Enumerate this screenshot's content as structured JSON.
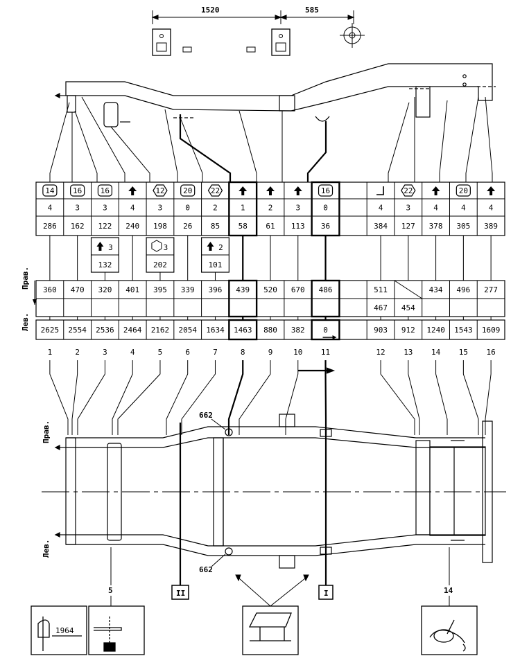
{
  "top": {
    "dim_a": "1520",
    "dim_b": "585"
  },
  "table": {
    "row_sym": [
      "14",
      "16",
      "16",
      "",
      "12",
      "20",
      "22",
      "",
      "",
      "",
      "16",
      "",
      "",
      "22",
      "",
      "20",
      ""
    ],
    "row_count": [
      "4",
      "3",
      "3",
      "4",
      "3",
      "0",
      "2",
      "1",
      "2",
      "3",
      "0",
      "",
      "4",
      "3",
      "4",
      "4",
      "4"
    ],
    "row_h": [
      "286",
      "162",
      "122",
      "240",
      "198",
      "26",
      "85",
      "58",
      "61",
      "113",
      "36",
      "",
      "384",
      "127",
      "378",
      "305",
      "389"
    ],
    "extras": [
      {
        "col": 3,
        "sym": "3",
        "value": "132"
      },
      {
        "col": 5,
        "sym": "3",
        "value": "202"
      },
      {
        "col": 7,
        "sym": "2",
        "value": "101"
      }
    ],
    "row_right": [
      "360",
      "470",
      "320",
      "401",
      "395",
      "339",
      "396",
      "439",
      "520",
      "670",
      "486",
      "",
      "511",
      "",
      "434",
      "496",
      "277"
    ],
    "row_left": [
      "",
      "",
      "",
      "",
      "",
      "",
      "",
      "",
      "",
      "",
      "",
      "",
      "467",
      "454",
      "",
      "",
      ""
    ],
    "row_len": [
      "2625",
      "2554",
      "2536",
      "2464",
      "2162",
      "2054",
      "1634",
      "1463",
      "880",
      "382",
      "0",
      "",
      "903",
      "912",
      "1240",
      "1543",
      "1609"
    ],
    "col_numbers": [
      "1",
      "2",
      "3",
      "4",
      "5",
      "6",
      "7",
      "8",
      "9",
      "10",
      "11",
      "",
      "12",
      "13",
      "14",
      "15",
      "16"
    ],
    "side_right": "Прав.",
    "side_left": "Лев."
  },
  "plan": {
    "side_right": "Прав.",
    "side_left": "Лев.",
    "label_top": "662",
    "label_bottom": "662",
    "marker_left": "II",
    "marker_right": "I",
    "callout_5": "5",
    "callout_14": "14"
  },
  "details": {
    "dim_1964": "1964"
  }
}
